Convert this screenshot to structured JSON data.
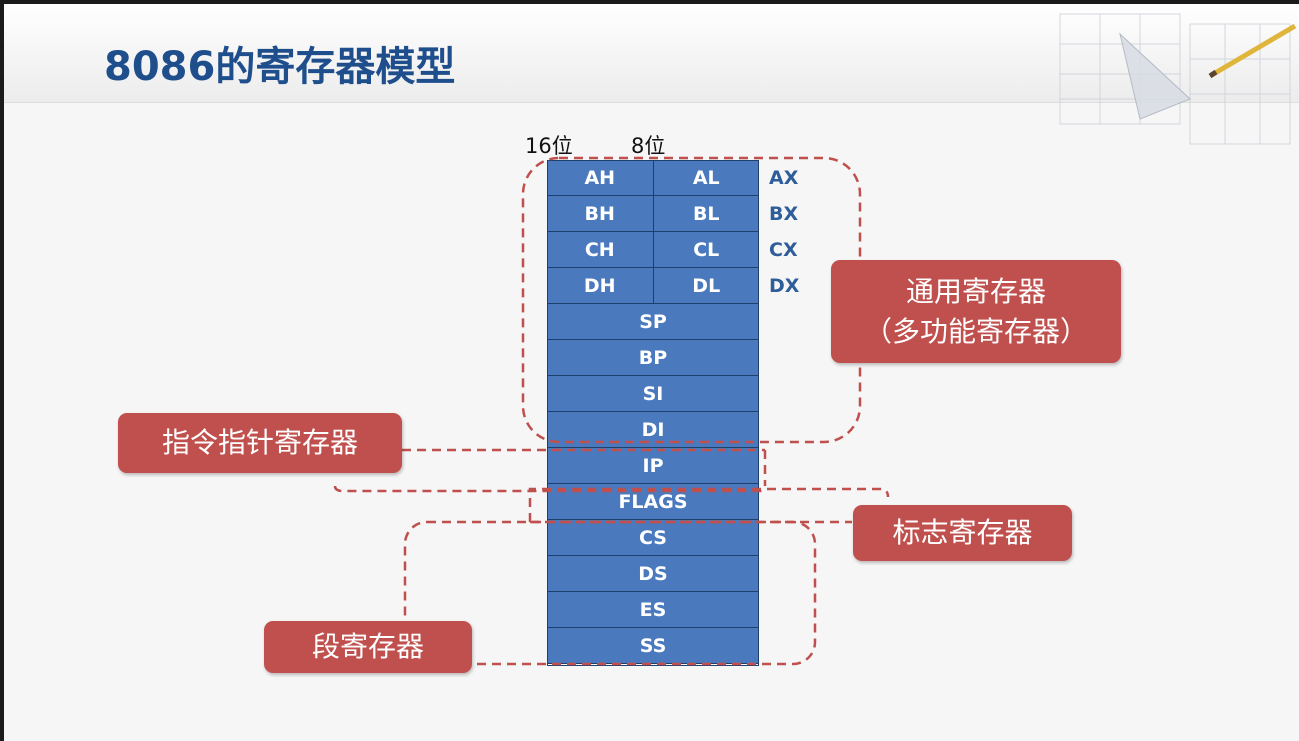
{
  "title": "8086的寄存器模型",
  "column_labels": {
    "bits16": "16位",
    "bits8": "8位"
  },
  "split_rows": [
    {
      "high": "AH",
      "low": "AL",
      "pair": "AX"
    },
    {
      "high": "BH",
      "low": "BL",
      "pair": "BX"
    },
    {
      "high": "CH",
      "low": "CL",
      "pair": "CX"
    },
    {
      "high": "DH",
      "low": "DL",
      "pair": "DX"
    }
  ],
  "full_rows": [
    "SP",
    "BP",
    "SI",
    "DI",
    "IP",
    "FLAGS",
    "CS",
    "DS",
    "ES",
    "SS"
  ],
  "callouts": {
    "general_line1": "通用寄存器",
    "general_line2": "（多功能寄存器）",
    "instruction_pointer": "指令指针寄存器",
    "flags": "标志寄存器",
    "segment": "段寄存器"
  },
  "colors": {
    "title": "#1f4e8c",
    "register_fill": "#4a79bd",
    "callout_fill": "#c0504d",
    "dashed_line": "#c0504d",
    "pair_label": "#2e5d9a"
  }
}
